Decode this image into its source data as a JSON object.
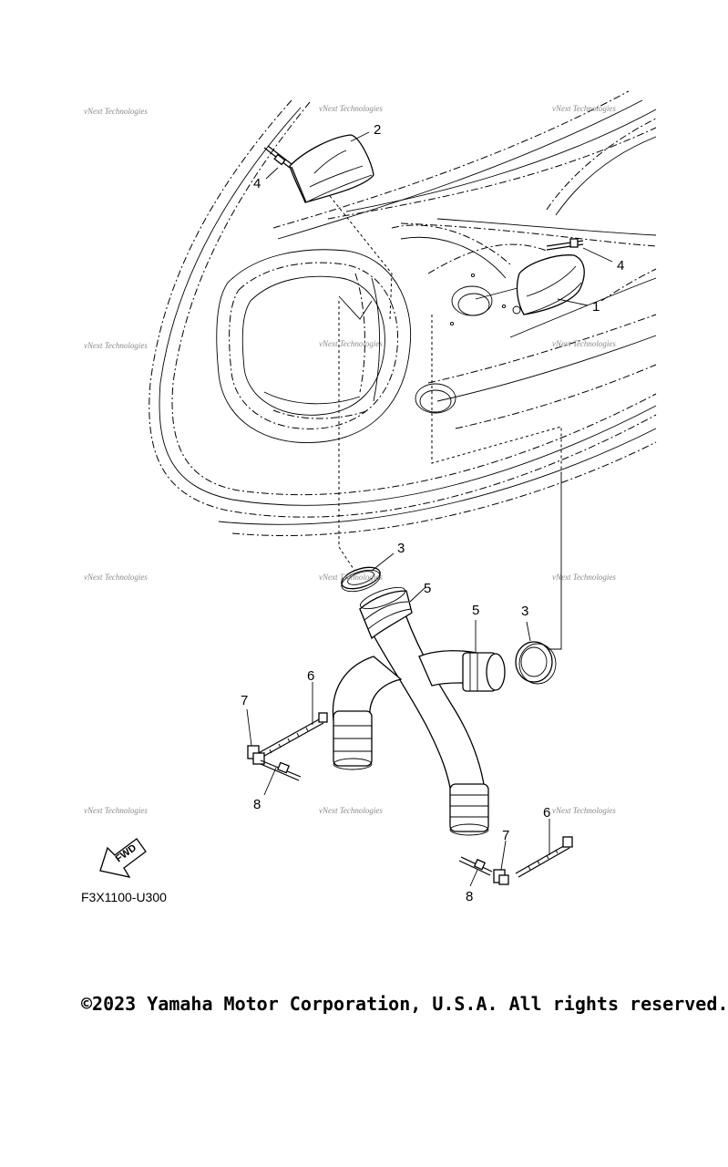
{
  "diagram": {
    "callouts": [
      {
        "id": "c1",
        "text": "1"
      },
      {
        "id": "c2",
        "text": "2"
      },
      {
        "id": "c3a",
        "text": "3"
      },
      {
        "id": "c3b",
        "text": "3"
      },
      {
        "id": "c4a",
        "text": "4"
      },
      {
        "id": "c4b",
        "text": "4"
      },
      {
        "id": "c5a",
        "text": "5"
      },
      {
        "id": "c5b",
        "text": "5"
      },
      {
        "id": "c6a",
        "text": "6"
      },
      {
        "id": "c6b",
        "text": "6"
      },
      {
        "id": "c7a",
        "text": "7"
      },
      {
        "id": "c7b",
        "text": "7"
      },
      {
        "id": "c8a",
        "text": "8"
      },
      {
        "id": "c8b",
        "text": "8"
      }
    ],
    "watermark_text": "vNext Technologies",
    "fwd_label": "FWD",
    "figure_code": "F3X1100-U300"
  },
  "footer": {
    "copyright": "©2023 Yamaha Motor Corporation, U.S.A. All rights reserved."
  },
  "colors": {
    "line": "#000000",
    "background": "#ffffff",
    "watermark": "#8a8a8a"
  }
}
